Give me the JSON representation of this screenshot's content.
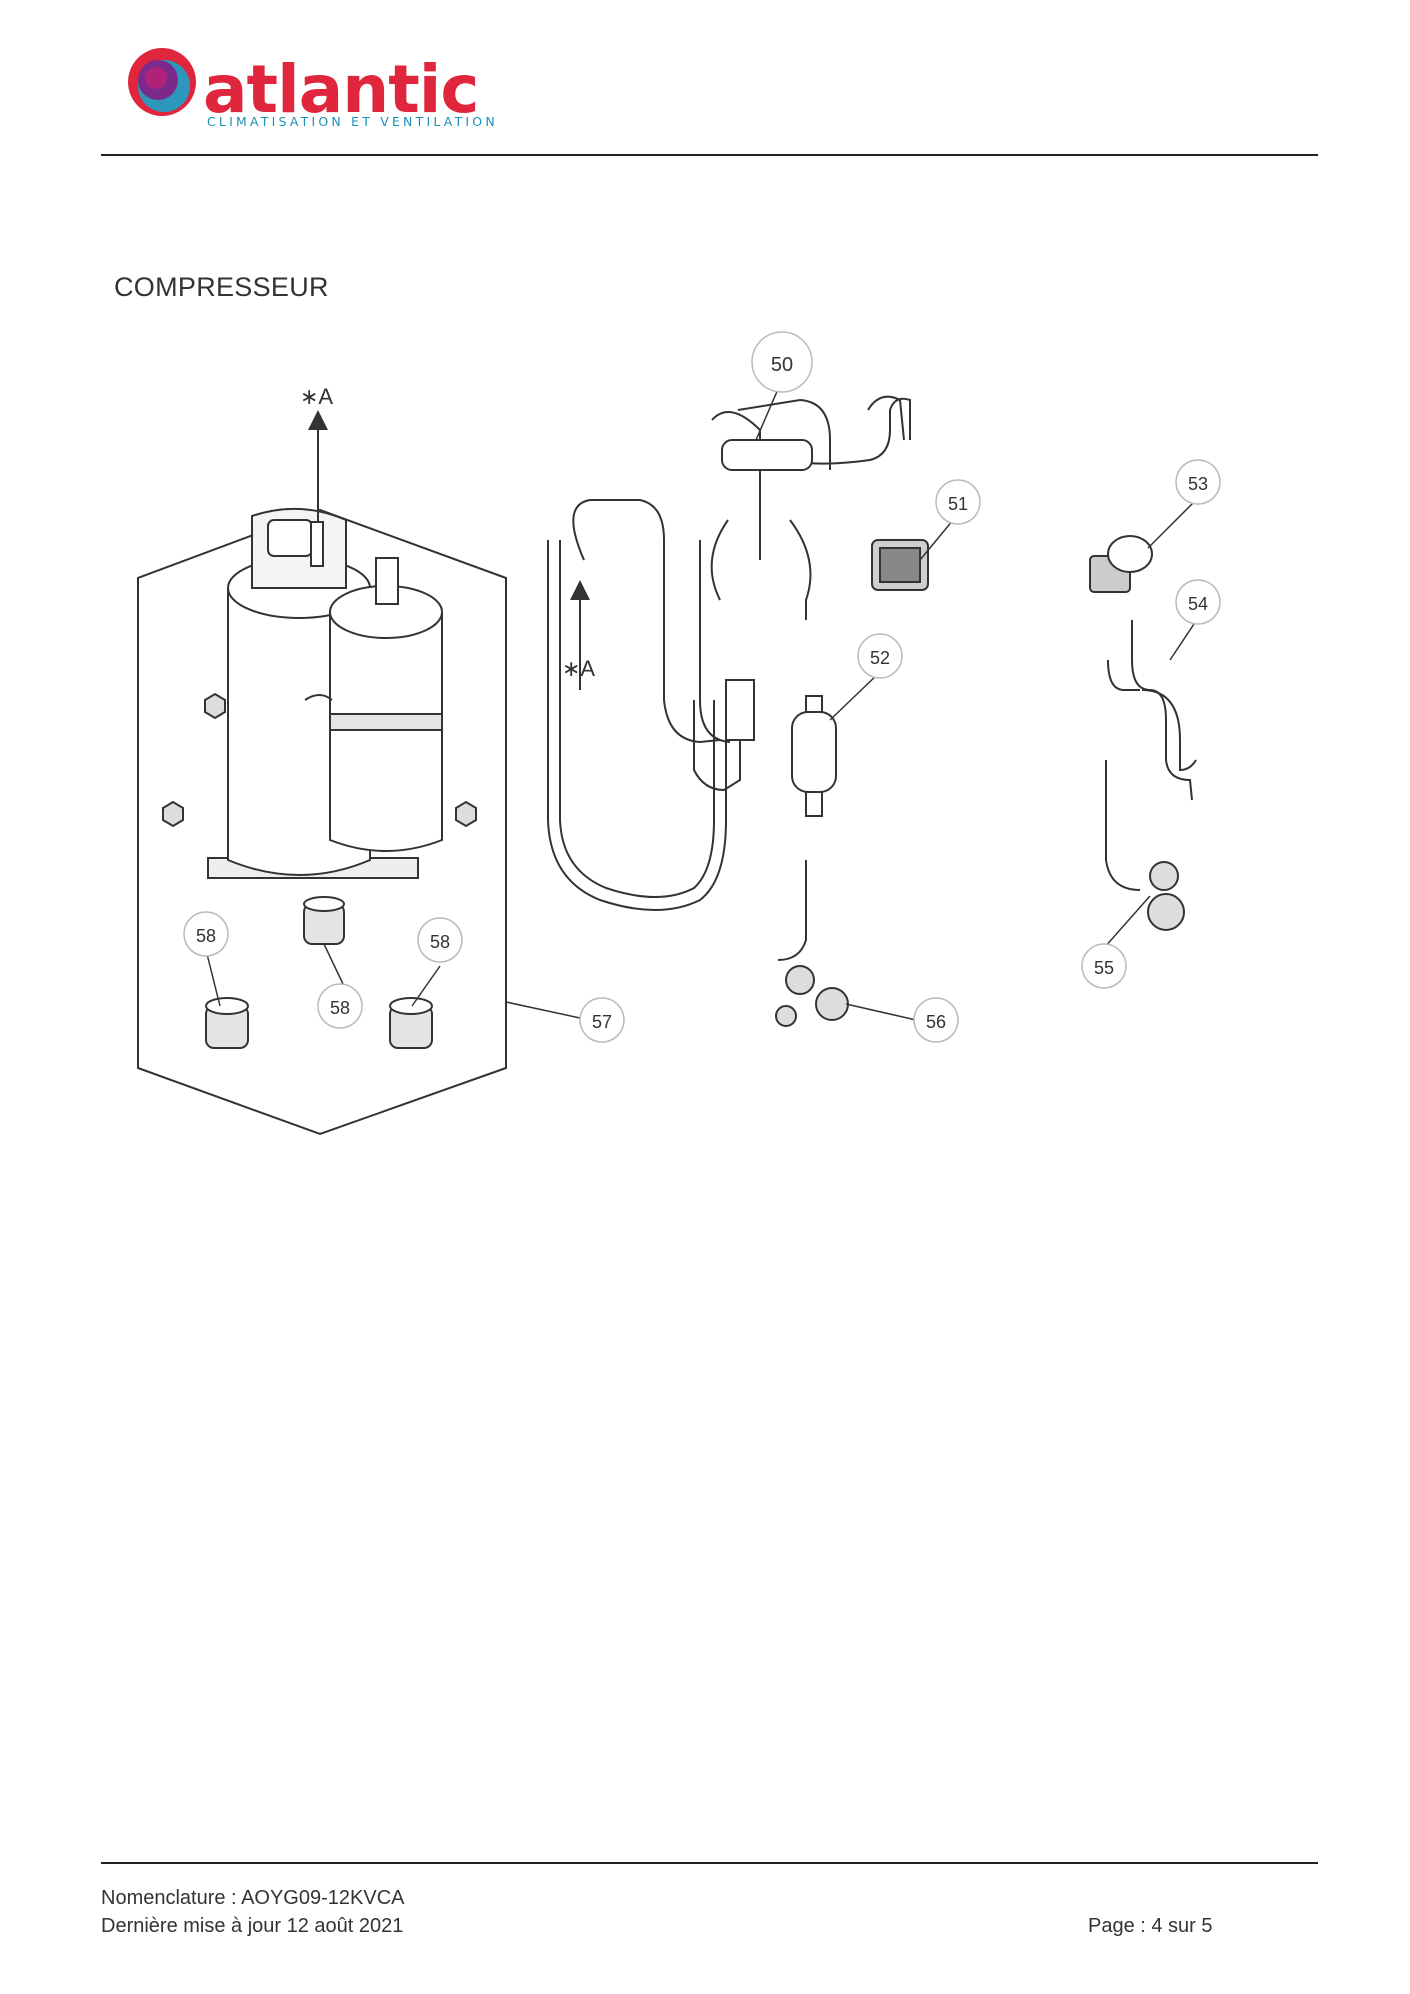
{
  "header": {
    "logo_word": "atlantic",
    "logo_tagline": "CLIMATISATION ET VENTILATION",
    "brand_red": "#e0263c",
    "brand_blue": "#1a8fb8"
  },
  "section_title": "COMPRESSEUR",
  "diagram": {
    "arrow_label": "∗A",
    "callouts": [
      "50",
      "51",
      "52",
      "53",
      "54",
      "55",
      "56",
      "57",
      "58"
    ]
  },
  "footer": {
    "nomenclature": "Nomenclature : AOYG09-12KVCA",
    "updated": "Dernière mise à jour 12 août 2021",
    "page": "Page : 4 sur 5"
  }
}
